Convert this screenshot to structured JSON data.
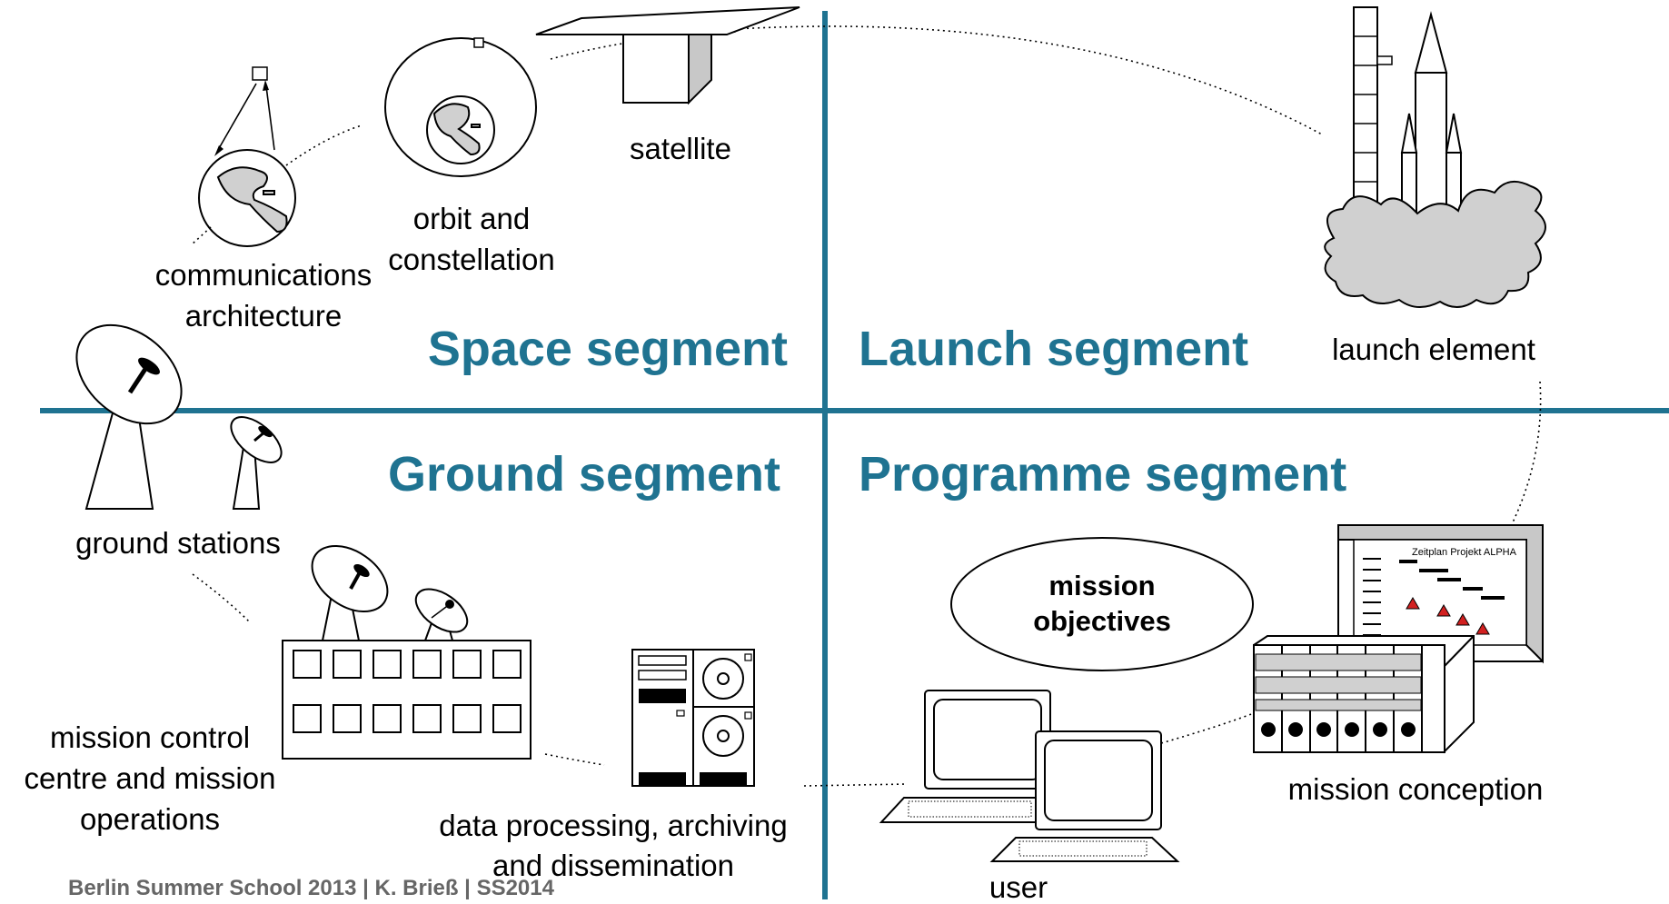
{
  "segments": {
    "space": "Space segment",
    "launch": "Launch segment",
    "ground": "Ground segment",
    "programme": "Programme segment"
  },
  "labels": {
    "satellite": "satellite",
    "orbit_line1": "orbit and",
    "orbit_line2": "constellation",
    "comm_line1": "communications",
    "comm_line2": "architecture",
    "launch_element": "launch element",
    "ground_stations": "ground stations",
    "mcc_line1": "mission control",
    "mcc_line2": "centre and mission",
    "mcc_line3": "operations",
    "data_line1": "data processing, archiving",
    "data_line2": "and dissemination",
    "objectives_line1": "mission",
    "objectives_line2": "objectives",
    "user": "user",
    "mission_conception": "mission conception",
    "schedule_title": "Zeitplan  Projekt  ALPHA"
  },
  "footer": "Berlin Summer School 2013 | K. Brieß | SS2014",
  "colors": {
    "accent": "#1f7391",
    "warning_triangle": "#d22020",
    "cloud": "#d0d0d0"
  }
}
